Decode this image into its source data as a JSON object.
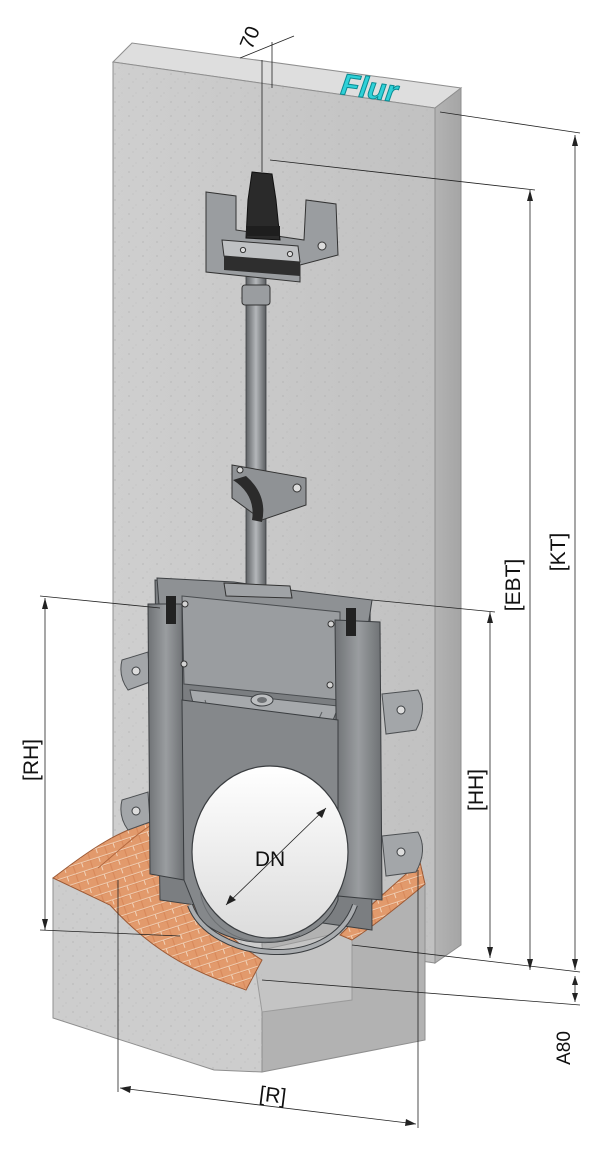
{
  "floor_label": "Flur",
  "dimensions": {
    "top_offset": "70",
    "kt": "[KT]",
    "ebt": "[EBT]",
    "rh": "[RH]",
    "hh": "[HH]",
    "dn": "DN",
    "r": "[R]",
    "a80": "A80"
  },
  "colors": {
    "floor_label": "#2fd1d8",
    "concrete": "#c9c9c9",
    "steel": "#8a8d90",
    "brick": "#d98a5e"
  }
}
